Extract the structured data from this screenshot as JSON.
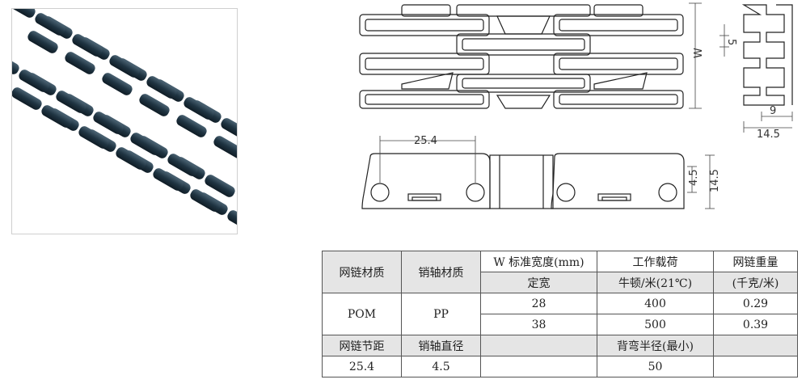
{
  "drawing": {
    "dim_width_label": "W",
    "dim_5": "5",
    "dim_9": "9",
    "dim_14_5_top": "14.5",
    "dim_25_4": "25.4",
    "dim_4_5": "4.5",
    "dim_14_5_side": "14.5"
  },
  "table": {
    "h_chain_material": "网链材质",
    "h_pin_material": "销轴材质",
    "h_std_width": "W 标准宽度(mm)",
    "h_work_load": "工作载荷",
    "h_chain_weight": "网链重量",
    "h_fixed_width": "定宽",
    "h_load_unit": "牛顿/米(21℃)",
    "h_weight_unit": "(千克/米)",
    "chain_material": "POM",
    "pin_material": "PP",
    "rows": [
      {
        "width": "28",
        "load": "400",
        "weight": "0.29"
      },
      {
        "width": "38",
        "load": "500",
        "weight": "0.39"
      }
    ],
    "h_pitch": "网链节距",
    "h_pin_diameter": "销轴直径",
    "h_back_bend": "背弯半径(最小)",
    "pitch": "25.4",
    "pin_diameter": "4.5",
    "back_bend": "50"
  }
}
